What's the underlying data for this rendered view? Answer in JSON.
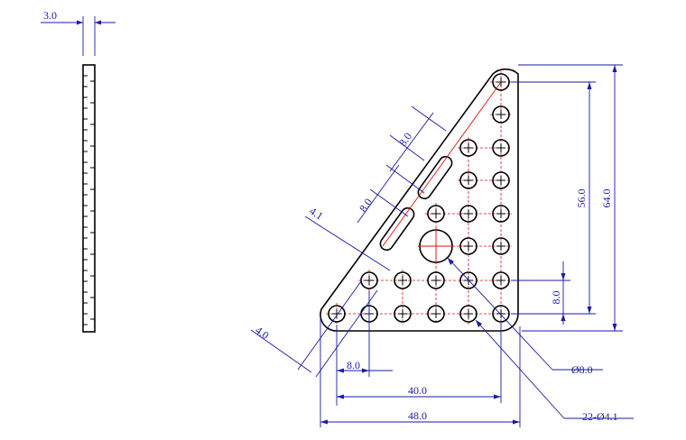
{
  "dimensions": {
    "thickness": "3.0",
    "slot_spacing_a": "8.0",
    "slot_spacing_b": "8.0",
    "slot_width": "4.1",
    "edge_offset": "4.0",
    "hole_pitch": "8.0",
    "row_pitch": "8.0",
    "hole_span_width": "40.0",
    "overall_width": "48.0",
    "hole_span_height": "56.0",
    "overall_height": "64.0",
    "center_hole": "Ø8.0",
    "small_holes": "22-Ø4.1"
  },
  "colors": {
    "outline": "#000000",
    "dimension": "#1a1aa6",
    "centerline": "#e01010"
  }
}
